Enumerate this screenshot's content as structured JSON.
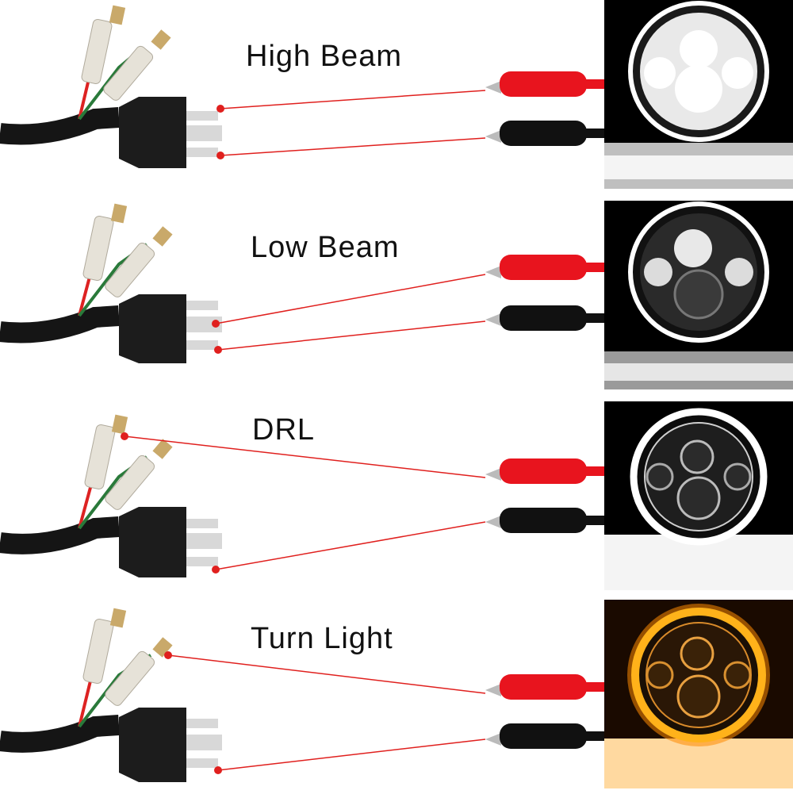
{
  "panels": [
    {
      "mode": "High Beam"
    },
    {
      "mode": "Low Beam"
    },
    {
      "mode": "DRL"
    },
    {
      "mode": "Turn Light"
    }
  ],
  "colors": {
    "wire_line": "#e0201e",
    "clip_red": "#e8141e",
    "clip_black": "#111111",
    "drl_ring": "#ffffff",
    "turn_ring": "#ff9d00",
    "plug": "#1c1c1c",
    "pin": "#d8d8d8"
  }
}
